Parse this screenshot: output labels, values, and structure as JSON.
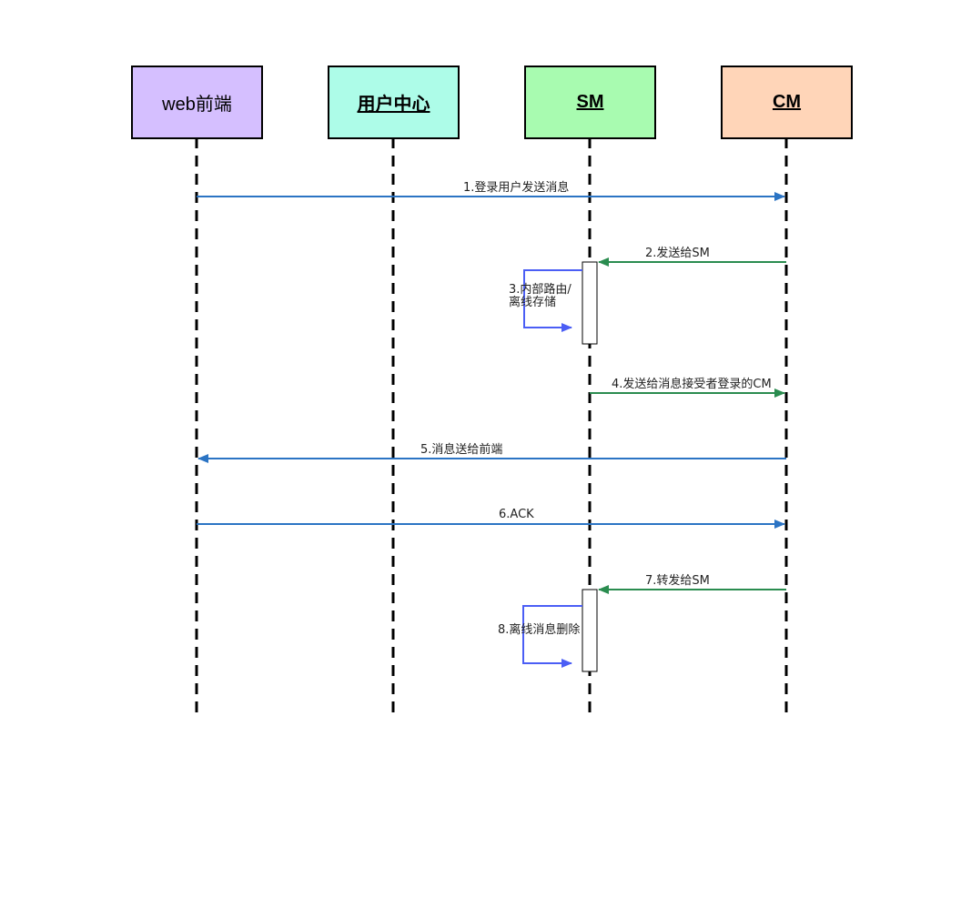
{
  "actors": [
    {
      "label": "web前端",
      "color": "#d5bfff",
      "underline": false
    },
    {
      "label": "用户中心",
      "color": "#adfce8",
      "underline": true
    },
    {
      "label": "SM",
      "color": "#a8fbb0",
      "underline": true
    },
    {
      "label": "CM",
      "color": "#ffd5b8",
      "underline": true
    }
  ],
  "messages": [
    {
      "label": "1.登录用户发送消息",
      "from": 0,
      "to": 3,
      "color": "#2b74c4"
    },
    {
      "label": "2.发送给SM",
      "from": 3,
      "to": 2,
      "color": "#2a8c4f"
    },
    {
      "label_line1": "3.内部路由/",
      "label_line2": "离线存储",
      "self": 2,
      "color": "#4b5ef5"
    },
    {
      "label": "4.发送给消息接受者登录的CM",
      "from": 2,
      "to": 3,
      "color": "#2a8c4f"
    },
    {
      "label": "5.消息送给前端",
      "from": 3,
      "to": 0,
      "color": "#2b74c4"
    },
    {
      "label": "6.ACK",
      "from": 0,
      "to": 3,
      "color": "#2b74c4"
    },
    {
      "label": "7.转发给SM",
      "from": 3,
      "to": 2,
      "color": "#2a8c4f"
    },
    {
      "label": "8.离线消息删除",
      "self": 2,
      "color": "#4b5ef5"
    }
  ]
}
